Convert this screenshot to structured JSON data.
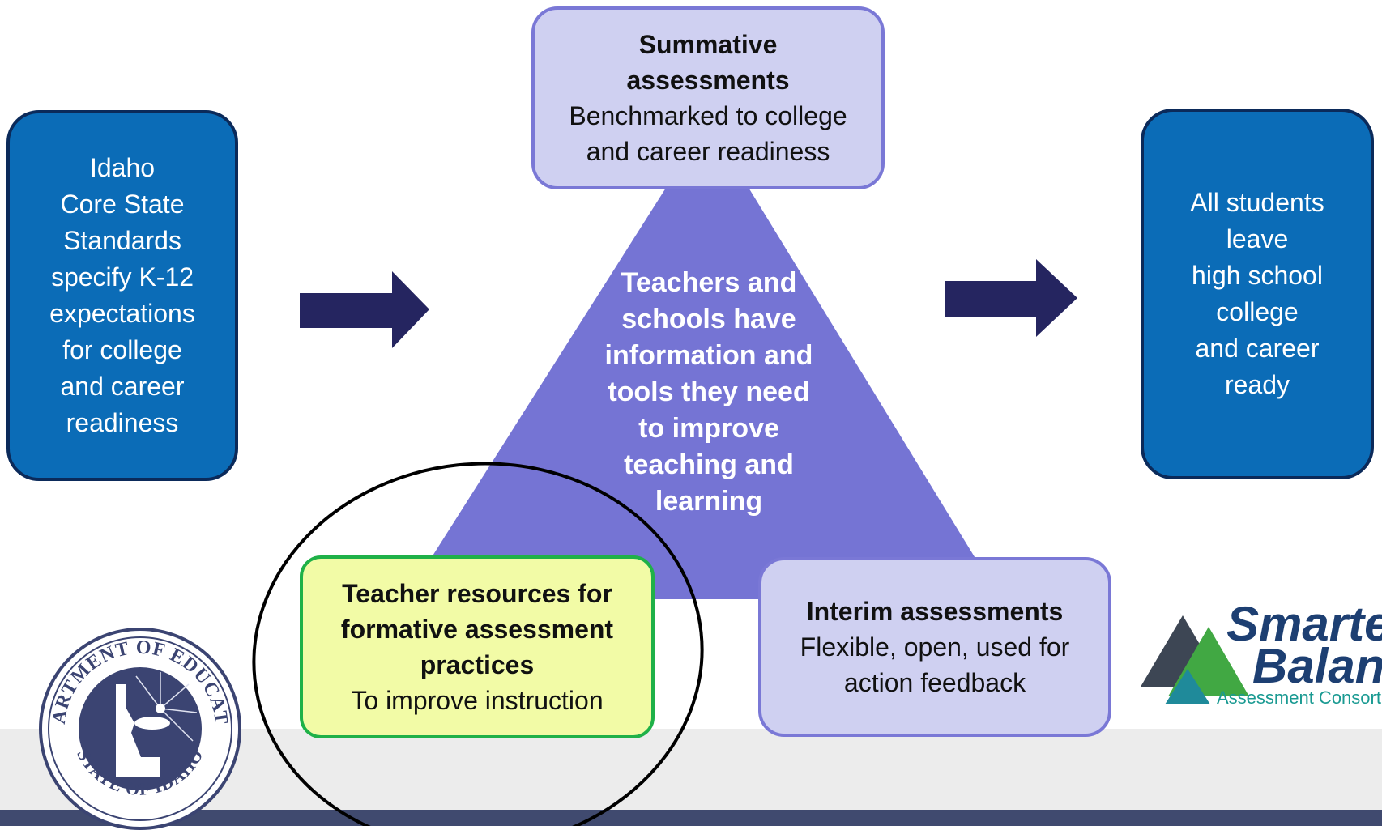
{
  "left_box": {
    "lines": [
      "Idaho",
      "Core State",
      "Standards",
      "specify K-12",
      "expectations",
      "for college",
      "and career",
      "readiness"
    ]
  },
  "right_box": {
    "lines": [
      "All students",
      "leave",
      "high school",
      "college",
      "and career",
      "ready"
    ]
  },
  "summative": {
    "title_line1": "Summative",
    "title_line2": "assessments",
    "desc_line1": "Benchmarked to college",
    "desc_line2": "and career readiness"
  },
  "triangle_center": {
    "lines": [
      "Teachers and",
      "schools have",
      "information and",
      "tools they need",
      "to improve",
      "teaching and",
      "learning"
    ]
  },
  "teacher_resources": {
    "title_line1": "Teacher resources for",
    "title_line2": "formative assessment",
    "title_line3": "practices",
    "desc": "To improve instruction"
  },
  "interim": {
    "title": "Interim assessments",
    "desc_line1": "Flexible, open, used for",
    "desc_line2": "action feedback"
  },
  "smarter_balanced_logo": {
    "line1": "Smarter",
    "line2": "Balanced",
    "line3": "Assessment Consortium"
  },
  "seal": {
    "top_text": "DEPARTMENT OF EDUCATION",
    "bottom_text": "STATE OF IDAHO"
  },
  "colors": {
    "side_box_fill": "#0b6cb7",
    "triangle_fill": "#7574d4",
    "lavender_box_fill": "#cfd0f1",
    "green_box_fill": "#f2fba6",
    "arrow_fill": "#252560"
  }
}
